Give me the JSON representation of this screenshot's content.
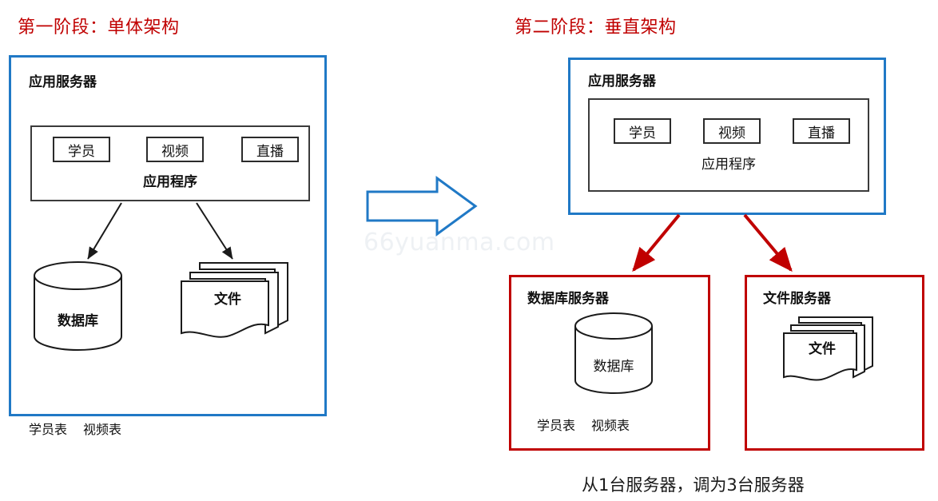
{
  "diagram": {
    "watermark": "66yuanma.com",
    "caption": "从1台服务器，调为3台服务器",
    "colors": {
      "title_red": "#C00000",
      "box_blue": "#2079C6",
      "box_red": "#C00000",
      "arrow_black": "#1a1a1a",
      "arrow_red": "#C00000",
      "big_arrow_blue": "#2079C6"
    }
  },
  "phase_one": {
    "title": "第一阶段：单体架构",
    "app_server": {
      "title": "应用服务器",
      "application": {
        "label": "应用程序",
        "modules": [
          {
            "label": "学员"
          },
          {
            "label": "视频"
          },
          {
            "label": "直播"
          }
        ]
      },
      "database": {
        "label": "数据库",
        "tables": [
          "学员表",
          "视频表"
        ]
      },
      "files": {
        "label": "文件"
      }
    }
  },
  "phase_two": {
    "title": "第二阶段：垂直架构",
    "app_server": {
      "title": "应用服务器",
      "application": {
        "label": "应用程序",
        "modules": [
          {
            "label": "学员"
          },
          {
            "label": "视频"
          },
          {
            "label": "直播"
          }
        ]
      }
    },
    "db_server": {
      "title": "数据库服务器",
      "database": {
        "label": "数据库"
      },
      "tables": [
        "学员表",
        "视频表"
      ]
    },
    "file_server": {
      "title": "文件服务器",
      "files": {
        "label": "文件"
      }
    }
  }
}
